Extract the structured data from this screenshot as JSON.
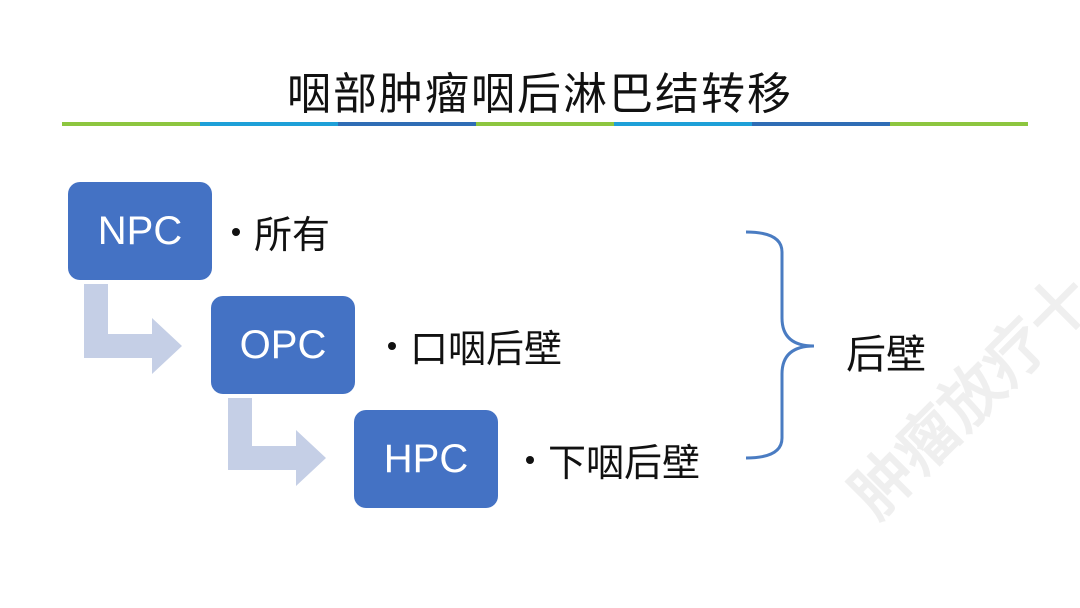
{
  "title": "咽部肿瘤咽后淋巴结转移",
  "colors": {
    "box_fill": "#4472c4",
    "arrow_fill": "#c5cfe6",
    "brace": "#4a7cc2",
    "rule_segments": [
      "#8dc63f",
      "#1ea0d8",
      "#2f6db5",
      "#8dc63f",
      "#1ea0d8",
      "#2f6db5",
      "#8dc63f"
    ]
  },
  "nodes": [
    {
      "id": "npc",
      "label": "NPC",
      "bullet": "所有"
    },
    {
      "id": "opc",
      "label": "OPC",
      "bullet": "口咽后壁"
    },
    {
      "id": "hpc",
      "label": "HPC",
      "bullet": "下咽后壁"
    }
  ],
  "brace_label": "后壁",
  "watermark": "肿瘤放疗十"
}
